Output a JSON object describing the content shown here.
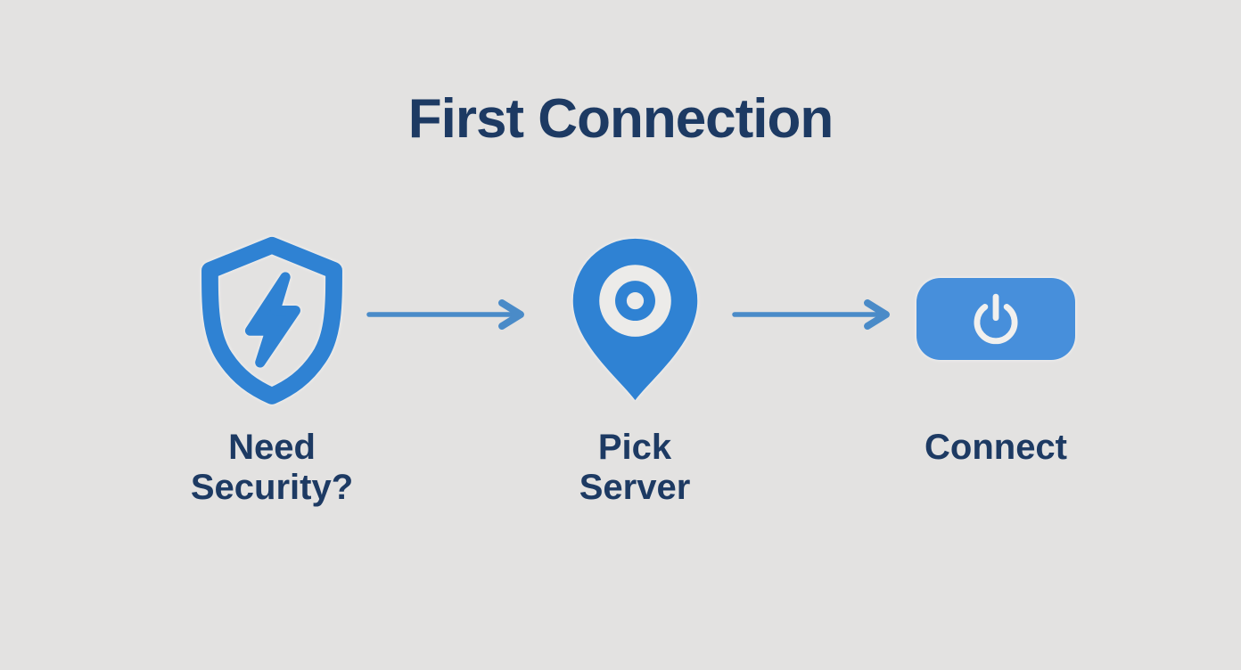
{
  "title": "First Connection",
  "steps": [
    {
      "id": "need-security",
      "icon": "shield-bolt-icon",
      "label": "Need Security?"
    },
    {
      "id": "pick-server",
      "icon": "location-pin-icon",
      "label": "Pick Server"
    },
    {
      "id": "connect",
      "icon": "power-button-icon",
      "label": "Connect"
    }
  ],
  "arrows": [
    {
      "icon": "arrow-right-icon"
    },
    {
      "icon": "arrow-right-icon"
    }
  ],
  "colors": {
    "background": "#e3e2e1",
    "icon_blue": "#2f82d3",
    "button_blue": "#478fdb",
    "arrow_blue": "#4a8bc8",
    "text_navy": "#1d3a63",
    "icon_glyph_white": "#f1f0ee",
    "pin_hole": "#ecebe9"
  }
}
